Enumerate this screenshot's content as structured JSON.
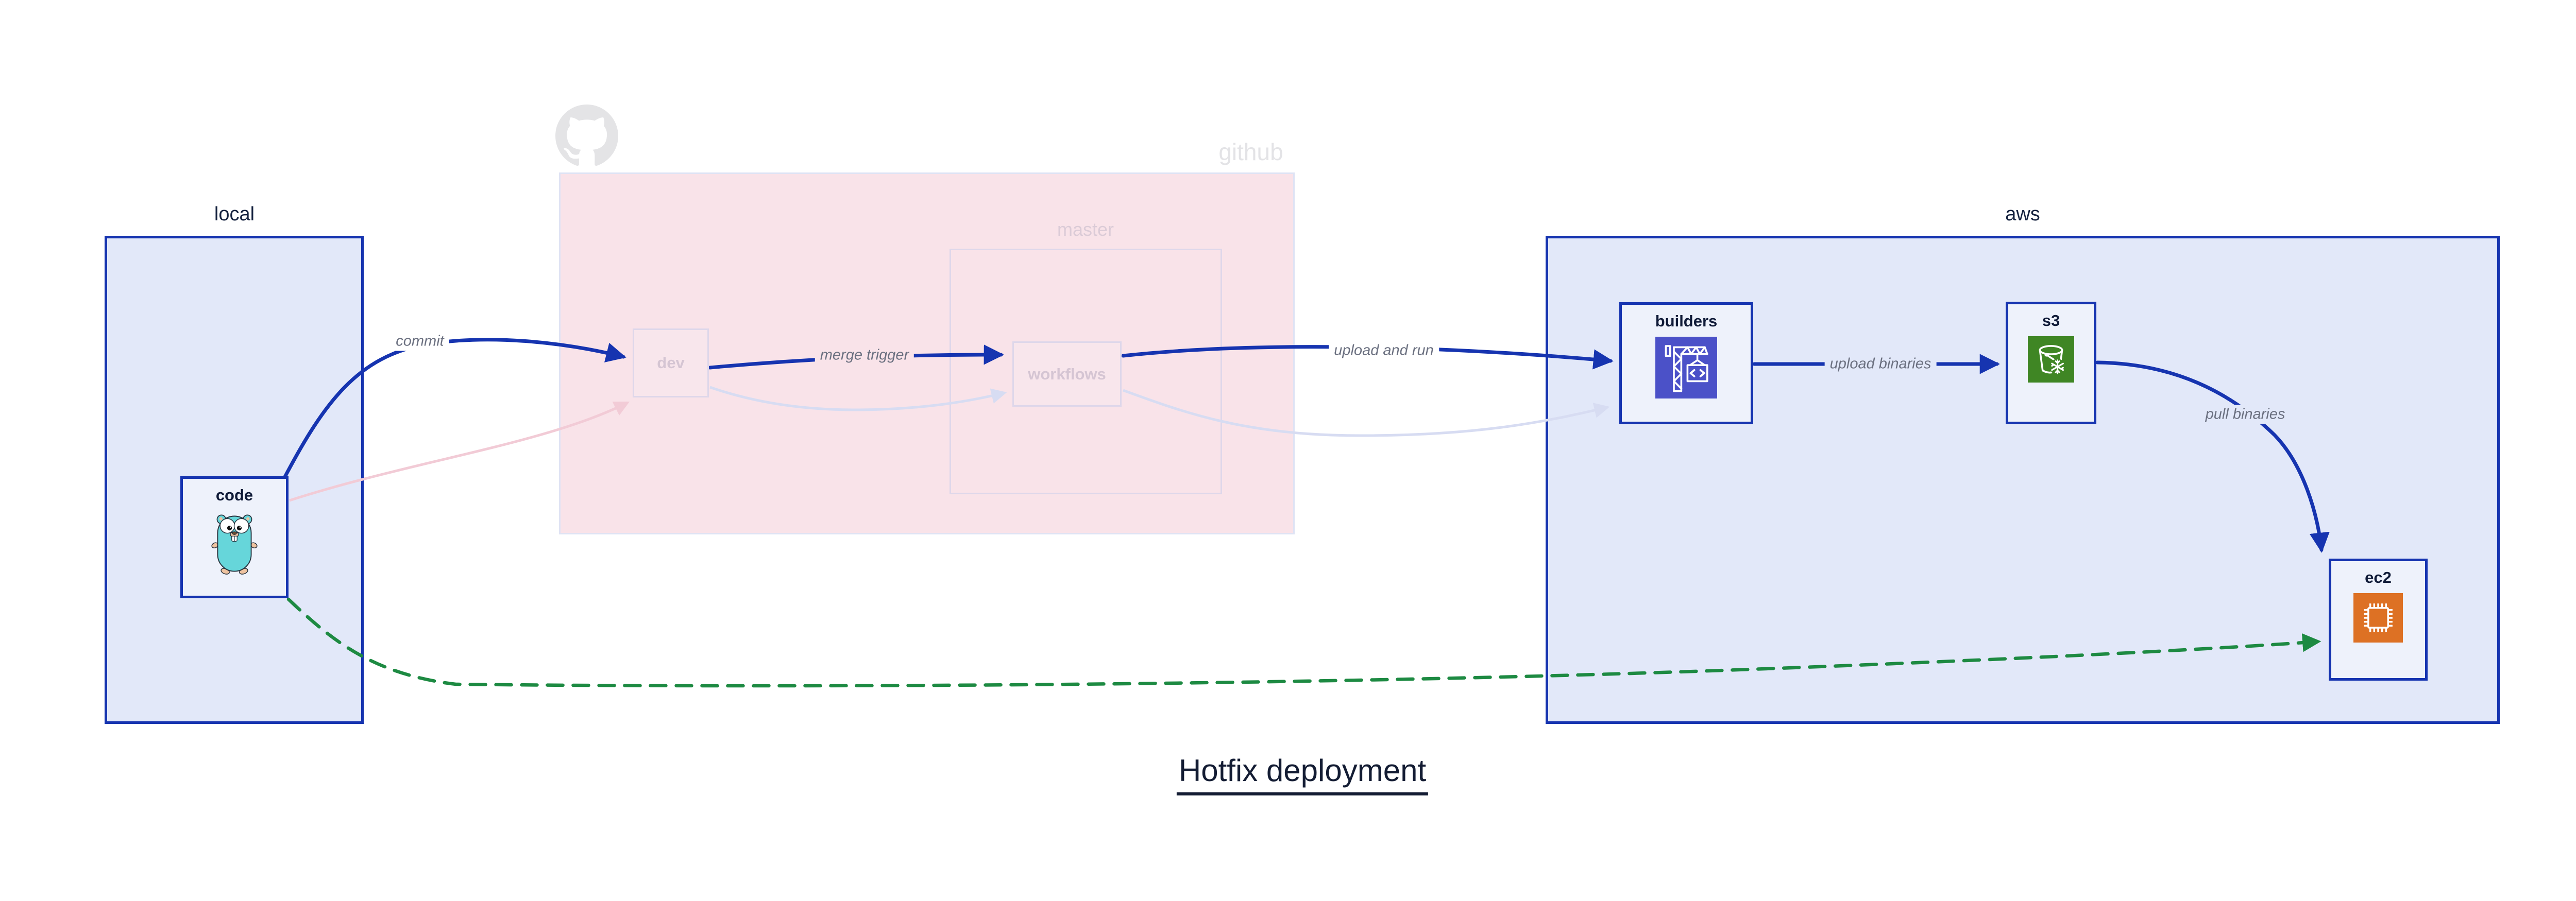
{
  "title": "Hotfix deployment",
  "containers": {
    "local": {
      "label": "local"
    },
    "github": {
      "label": "github"
    },
    "master": {
      "label": "master"
    },
    "aws": {
      "label": "aws"
    }
  },
  "nodes": {
    "code": {
      "label": "code",
      "icon": "go-gopher-icon"
    },
    "dev": {
      "label": "dev"
    },
    "workflows": {
      "label": "workflows"
    },
    "builders": {
      "label": "builders",
      "icon": "codebuild-crane-icon",
      "icon_bg": "#4b51c8"
    },
    "s3": {
      "label": "s3",
      "icon": "s3-bucket-snowflake-icon",
      "icon_bg": "#3f8624"
    },
    "ec2": {
      "label": "ec2",
      "icon": "ec2-chip-icon",
      "icon_bg": "#dd7124"
    }
  },
  "edges": [
    {
      "from": "code",
      "to": "dev",
      "label": "commit",
      "style": "solid-blue"
    },
    {
      "from": "dev",
      "to": "workflows",
      "label": "merge trigger",
      "style": "solid-blue"
    },
    {
      "from": "workflows",
      "to": "builders",
      "label": "upload and run",
      "style": "solid-blue"
    },
    {
      "from": "builders",
      "to": "s3",
      "label": "upload binaries",
      "style": "solid-blue"
    },
    {
      "from": "s3",
      "to": "ec2",
      "label": "pull binaries",
      "style": "solid-blue"
    },
    {
      "from": "code",
      "to": "dev",
      "label": "",
      "style": "faded-pink"
    },
    {
      "from": "dev",
      "to": "workflows",
      "label": "",
      "style": "faded-lavender"
    },
    {
      "from": "workflows",
      "to": "builders",
      "label": "",
      "style": "faded-lavender"
    },
    {
      "from": "code",
      "to": "ec2",
      "label": "",
      "style": "dashed-green"
    }
  ],
  "colors": {
    "accent_blue": "#1634b0",
    "container_fill": "#e2e8f9",
    "node_fill": "#eef2fb",
    "github_fill": "#f9e3e9",
    "faded_border": "#ded7ea",
    "faded_text": "#d5c5d3",
    "edge_label_text": "#6b7080",
    "green_dashed": "#1d8a42",
    "pink_faded_edge": "#f2cbd6",
    "lavender_faded_edge": "#d7dcf2",
    "title_text": "#131c33",
    "builders_icon_bg": "#4b51c8",
    "s3_icon_bg": "#3f8624",
    "ec2_icon_bg": "#dd7124"
  }
}
